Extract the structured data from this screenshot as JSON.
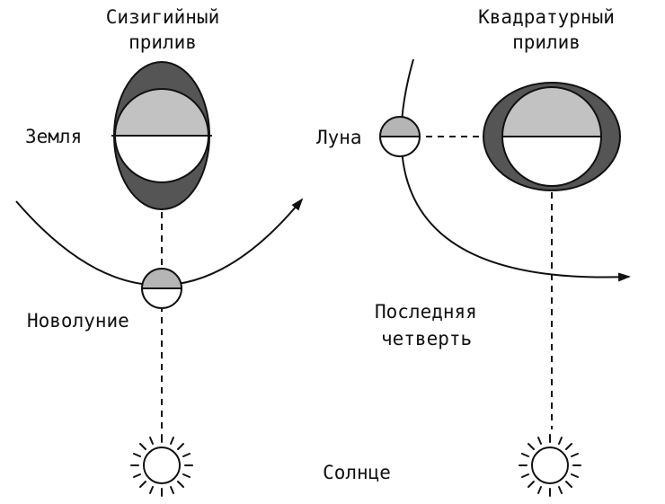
{
  "left": {
    "title_line1": "Сизигийный",
    "title_line2": "прилив",
    "earth_label": "Земля",
    "moon_label": "Новолуние"
  },
  "right": {
    "title_line1": "Квадратурный",
    "title_line2": "прилив",
    "moon_label": "Луна",
    "phase_line1": "Последняя",
    "phase_line2": "четверть"
  },
  "sun_label": "Солнце",
  "colors": {
    "stroke": "#111111",
    "tidal_bulge": "#555555",
    "earth_lit": "#c2c2c2",
    "background": "#ffffff"
  }
}
